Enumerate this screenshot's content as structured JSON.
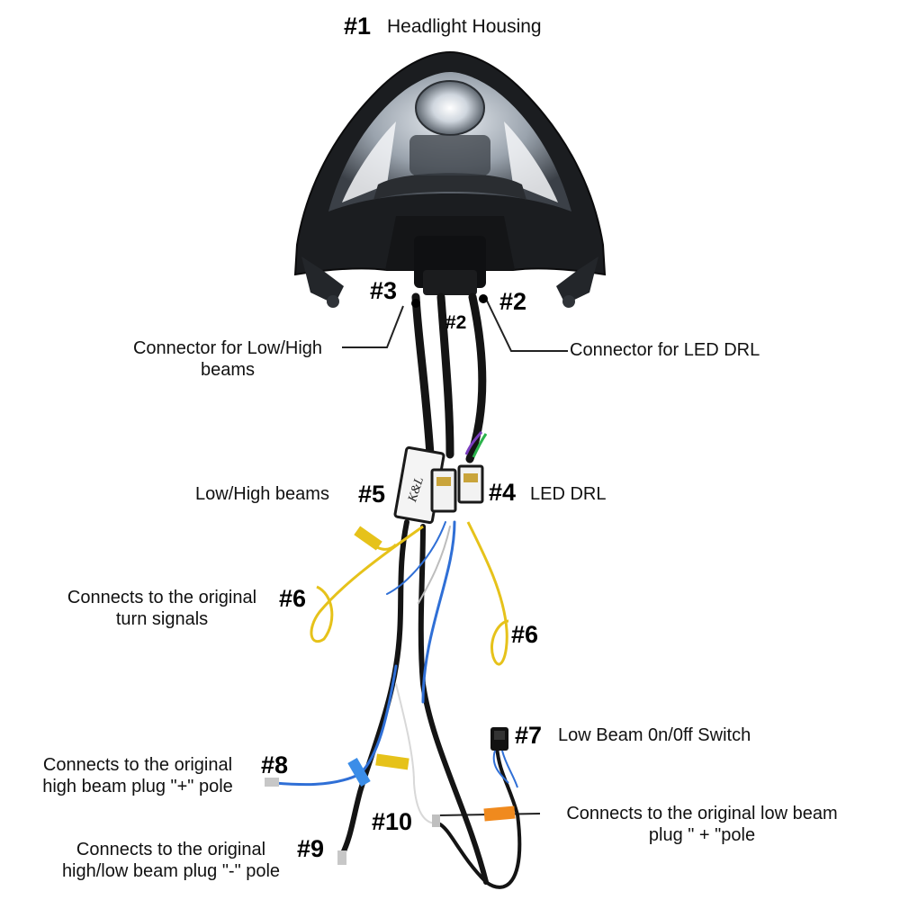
{
  "title": {
    "number": "#1",
    "text": "Headlight Housing"
  },
  "callouts": {
    "n2_housing": "#2",
    "n2_cable": "#2",
    "n3": "#3",
    "n4": "#4",
    "n5": "#5",
    "n6_left": "#6",
    "n6_right": "#6",
    "n7": "#7",
    "n8": "#8",
    "n9": "#9",
    "n10": "#10"
  },
  "labels": {
    "low_high_connector": [
      "Connector for Low/High",
      "beams"
    ],
    "led_drl_connector": "Connector for LED DRL",
    "low_high_beams": "Low/High beams",
    "led_drl": "LED DRL",
    "turn_signals": [
      "Connects to the original",
      "turn signals"
    ],
    "switch": "Low Beam 0n/0ff Switch",
    "high_beam_plus": [
      "Connects to the original",
      "high beam plug \"+\" pole"
    ],
    "minus_pole": [
      "Connects to the original",
      "high/low beam plug \"-\" pole"
    ],
    "low_beam_plus": [
      "Connects to the original low beam",
      "plug \" + \"pole"
    ]
  },
  "ballast_brand": "K&L",
  "colors": {
    "housing": "#1b1d20",
    "cable": "#141414",
    "yellow_wire": "#e6c21a",
    "blue_wire": "#2f6fd6",
    "orange_tag": "#f08a1e"
  }
}
